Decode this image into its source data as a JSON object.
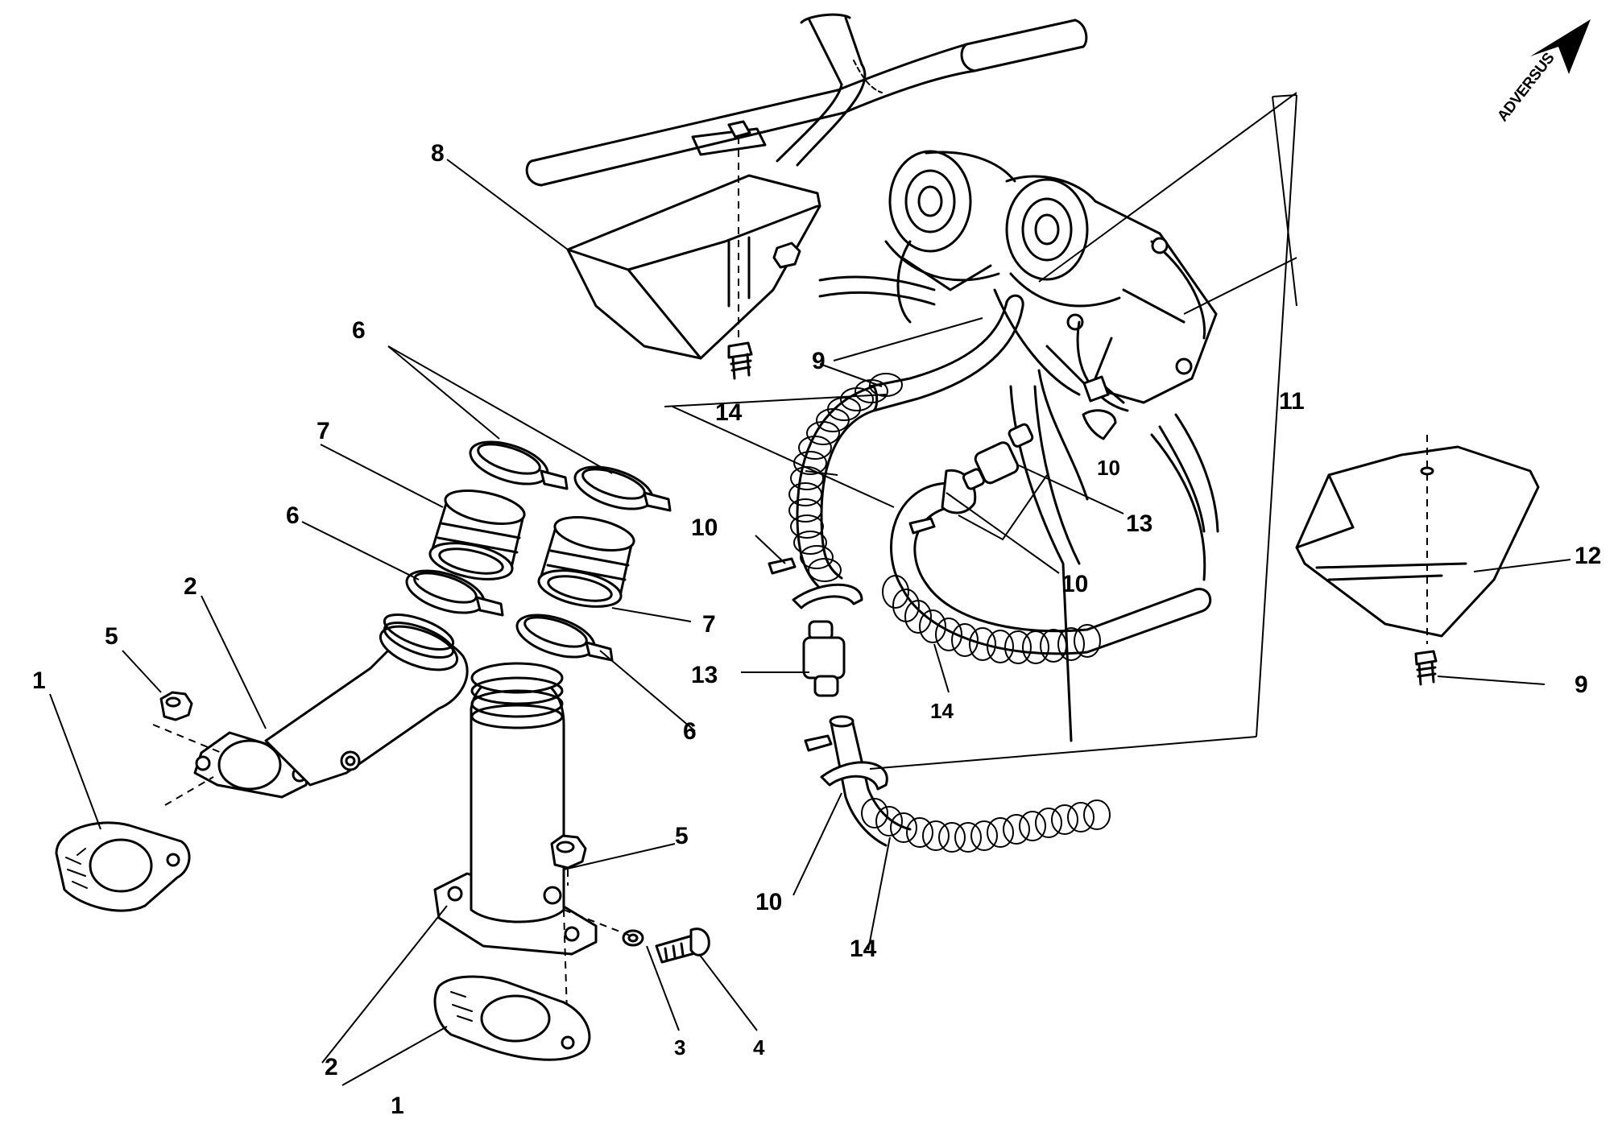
{
  "brand_mark": {
    "text": "ADVERSUS",
    "icon": "north-arrow-icon"
  },
  "callouts": {
    "c1a": "1",
    "c1b": "1",
    "c2a": "2",
    "c2b": "2",
    "c3": "3",
    "c4": "4",
    "c5a": "5",
    "c5b": "5",
    "c6a": "6",
    "c6b": "6",
    "c6c": "6",
    "c7a": "7",
    "c7b": "7",
    "c8": "8",
    "c9a": "9",
    "c9b": "9",
    "c10a": "10",
    "c10b": "10",
    "c10c": "10",
    "c10d": "10",
    "c11": "11",
    "c12": "12",
    "c13a": "13",
    "c13b": "13",
    "c14a": "14",
    "c14b": "14",
    "c14c": "14"
  }
}
